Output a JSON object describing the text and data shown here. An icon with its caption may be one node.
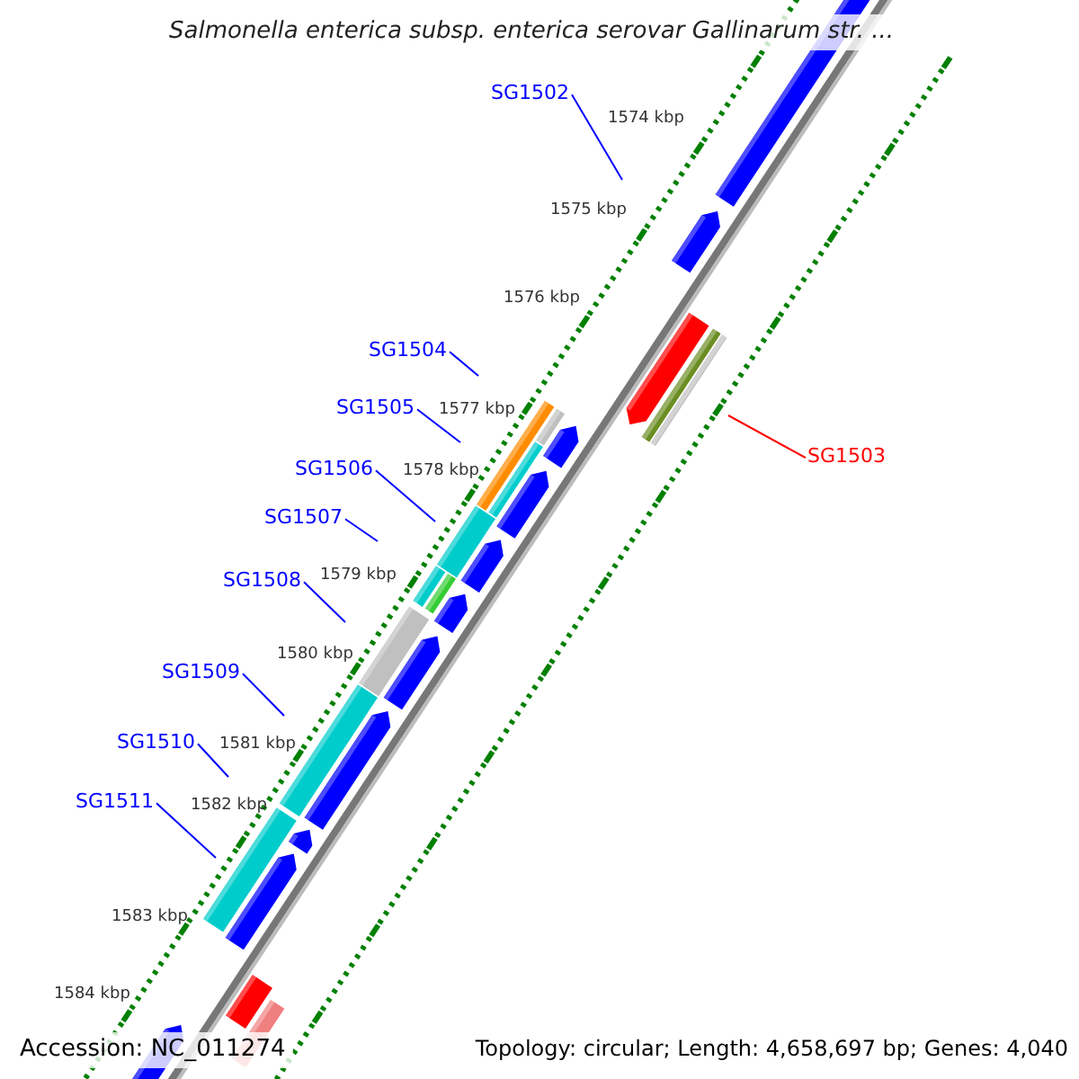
{
  "diagram": {
    "title": "Salmonella enterica subsp. enterica serovar Gallinarum str. ...",
    "nodes": [
      {
        "text": [
          "SG1502"
        ]
      },
      {
        "text": [
          "SG1503"
        ]
      },
      {
        "text": [
          "SG1504"
        ]
      },
      {
        "text": [
          "SG1505"
        ]
      },
      {
        "text": [
          "SG1506"
        ]
      },
      {
        "text": [
          "SG1507"
        ]
      },
      {
        "text": [
          "SG1508"
        ]
      },
      {
        "text": [
          "SG1509"
        ]
      },
      {
        "text": [
          "SG1510"
        ]
      },
      {
        "text": [
          "SG1511"
        ]
      }
    ],
    "edges": [
      {
        "from": 0,
        "to": null,
        "arrow": "none"
      },
      {
        "from": 1,
        "to": null,
        "arrow": "none",
        "color": "#ff0000"
      },
      {
        "from": 2,
        "to": null,
        "arrow": "none"
      },
      {
        "from": 3,
        "to": null,
        "arrow": "none"
      },
      {
        "from": 4,
        "to": null,
        "arrow": "none"
      },
      {
        "from": 5,
        "to": null,
        "arrow": "none"
      },
      {
        "from": 6,
        "to": null,
        "arrow": "none"
      },
      {
        "from": 7,
        "to": null,
        "arrow": "none"
      },
      {
        "from": 8,
        "to": null,
        "arrow": "none"
      },
      {
        "from": 9,
        "to": null,
        "arrow": "none"
      }
    ],
    "labels": [
      "1574 kbp",
      "1575 kbp",
      "1576 kbp",
      "1577 kbp",
      "1578 kbp",
      "1579 kbp",
      "1580 kbp",
      "1581 kbp",
      "1582 kbp",
      "1583 kbp",
      "1584 kbp",
      "Accession: NC_011274",
      "Topology: circular; Length: 4,658,697 bp; Genes: 4,040"
    ]
  }
}
